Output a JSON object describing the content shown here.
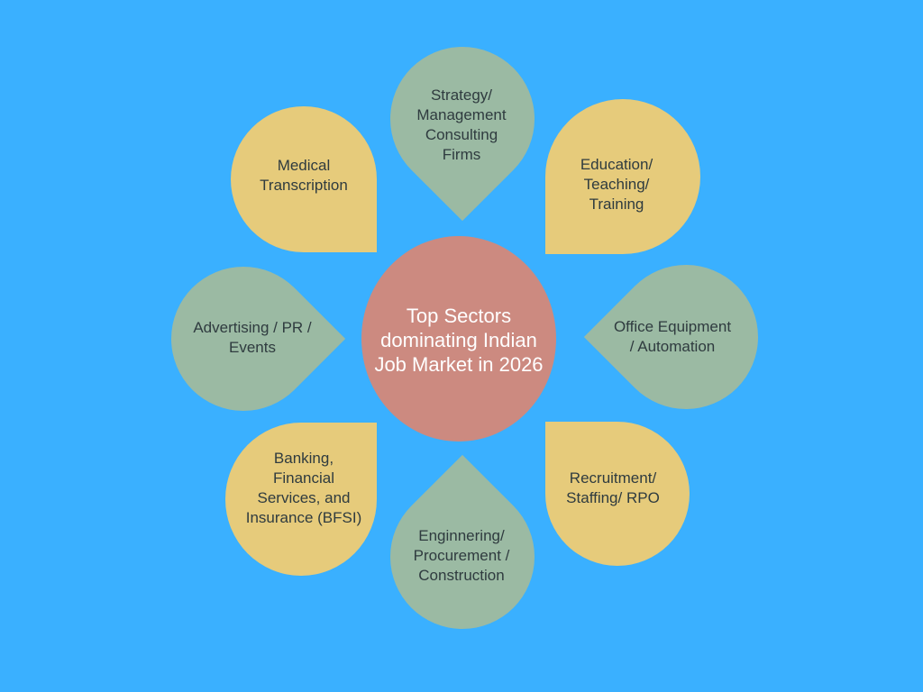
{
  "diagram": {
    "background_color": "#3ab0ff",
    "center": {
      "label": "Top Sectors\ndominating Indian\nJob Market in 2026",
      "color": "#cc8a80"
    },
    "colors": {
      "green": "#9bbaa3",
      "yellow": "#e6cb7b"
    },
    "petals": [
      {
        "id": "strategy",
        "label": "Strategy/\nManagement\nConsulting\nFirms",
        "color": "#9bbaa3"
      },
      {
        "id": "education",
        "label": "Education/\nTeaching/\nTraining",
        "color": "#e6cb7b"
      },
      {
        "id": "office-equipment",
        "label": "Office Equipment\n/ Automation",
        "color": "#9bbaa3"
      },
      {
        "id": "recruitment",
        "label": "Recruitment/\nStaffing/ RPO",
        "color": "#e6cb7b"
      },
      {
        "id": "engineering",
        "label": "Enginnering/\nProcurement /\nConstruction",
        "color": "#9bbaa3"
      },
      {
        "id": "bfsi",
        "label": "Banking,\nFinancial\nServices, and\nInsurance (BFSI)",
        "color": "#e6cb7b"
      },
      {
        "id": "advertising",
        "label": "Advertising / PR /\nEvents",
        "color": "#9bbaa3"
      },
      {
        "id": "medical-transcription",
        "label": "Medical\nTranscription",
        "color": "#e6cb7b"
      }
    ]
  }
}
